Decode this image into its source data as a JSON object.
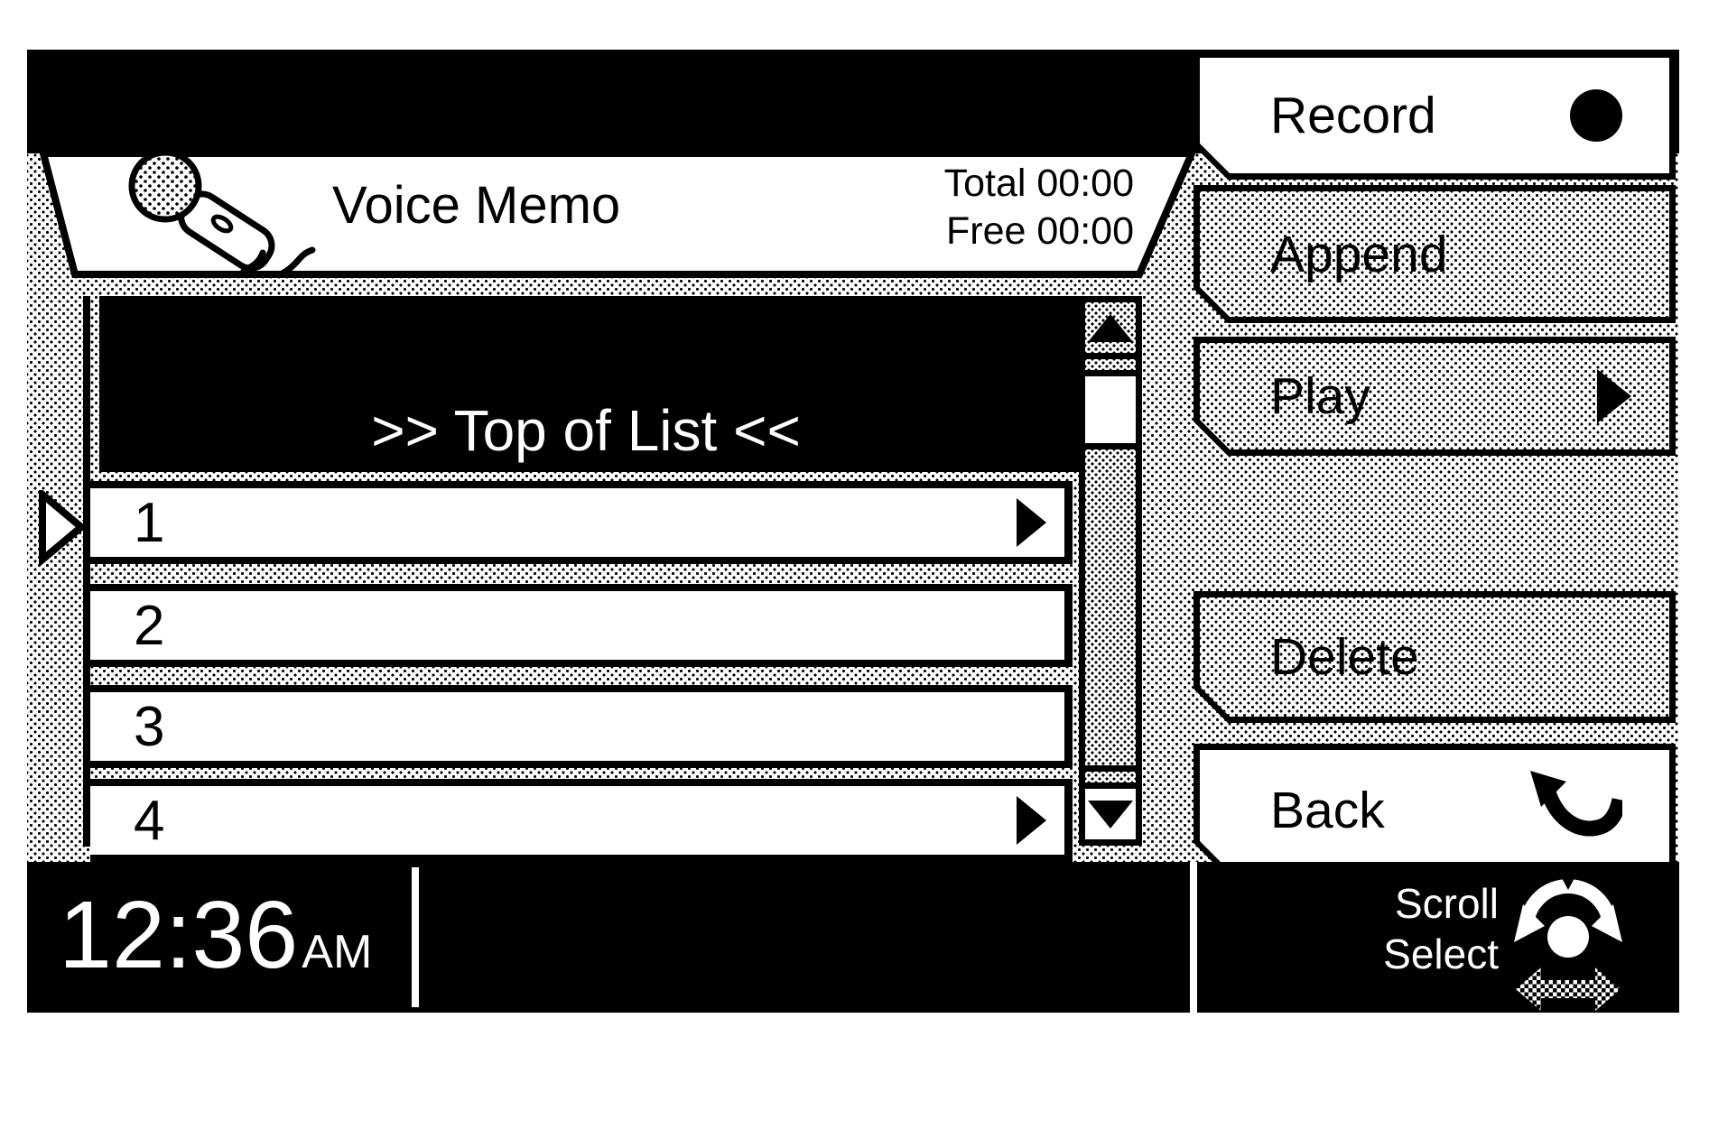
{
  "header": {
    "title": "Voice Memo",
    "total": "Total 00:00",
    "free": "Free 00:00"
  },
  "side_buttons": {
    "record": "Record",
    "append": "Append",
    "play": "Play",
    "delete": "Delete",
    "back": "Back"
  },
  "list": {
    "top_marker": ">> Top of List <<",
    "items": [
      {
        "label": "1",
        "has_arrow": true,
        "selected": true
      },
      {
        "label": "2",
        "has_arrow": false,
        "selected": false
      },
      {
        "label": "3",
        "has_arrow": false,
        "selected": false
      },
      {
        "label": "4",
        "has_arrow": true,
        "selected": false
      }
    ]
  },
  "status_bar": {
    "time": "12:36",
    "meridiem": "AM",
    "knob_labels": {
      "scroll": "Scroll",
      "select": "Select"
    }
  },
  "colors": {
    "ink": "#000000",
    "paper": "#ffffff"
  }
}
